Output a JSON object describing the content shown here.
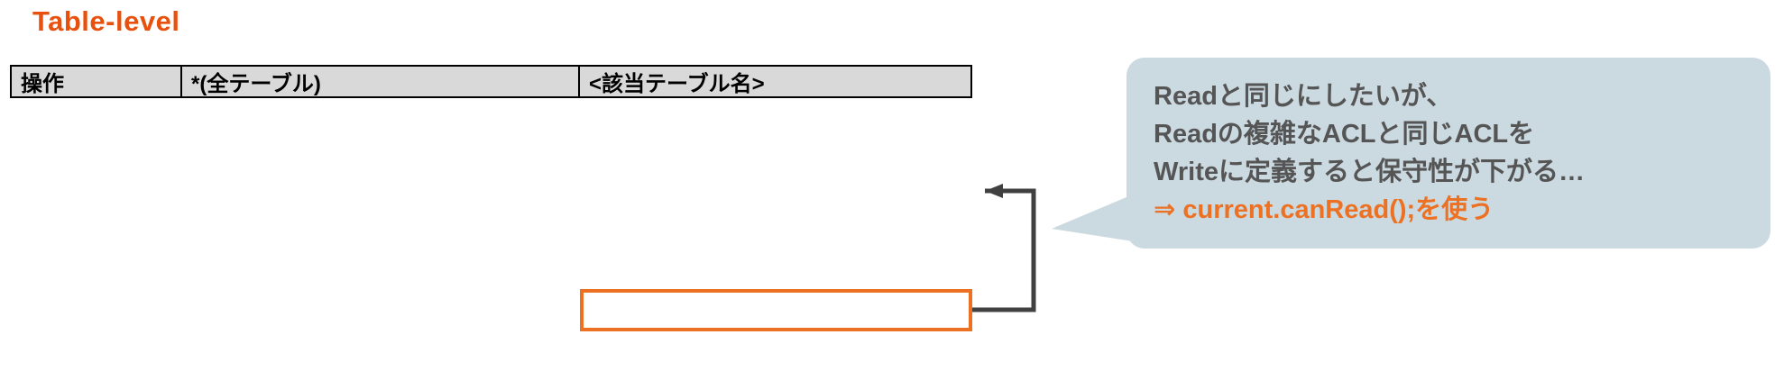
{
  "title": "Table-level",
  "table": {
    "headers": [
      "操作",
      "*(全テーブル)",
      "<該当テーブル名>"
    ]
  },
  "callout": {
    "lines": [
      "Readと同じにしたいが、",
      "Readの複雑なACLと同じACLを",
      "Writeに定義すると保守性が下がる…"
    ],
    "highlight": "⇒ current.canRead();を使う"
  },
  "colors": {
    "title_color": "#E8500D",
    "accent_orange": "#ED7123",
    "header_bg": "#D9D9D9",
    "bubble_bg": "#CBD9E0",
    "bubble_text": "#555555",
    "arrow_color": "#404040"
  }
}
